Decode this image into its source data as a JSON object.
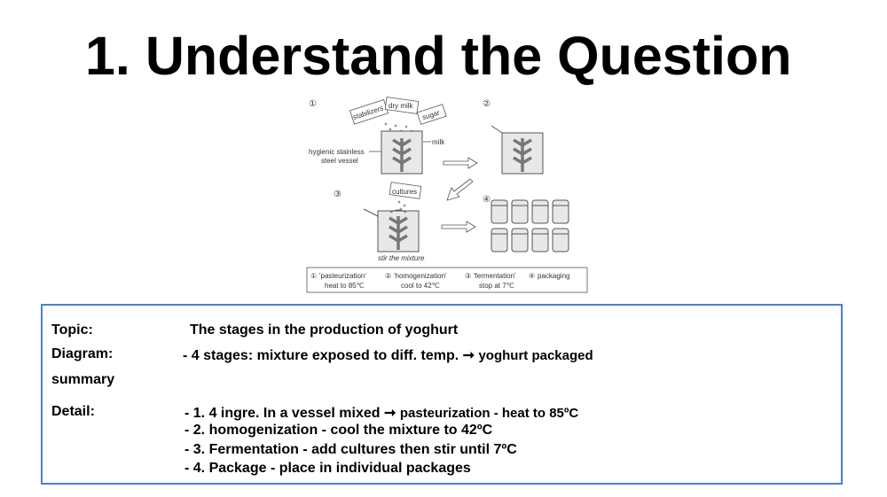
{
  "title": "1. Understand the Question",
  "diagram": {
    "step1": "①",
    "step2": "②",
    "step3": "③",
    "step4": "④",
    "ingredient_stabilizers": "stabilizers",
    "ingredient_dry_milk": "dry milk",
    "ingredient_sugar": "sugar",
    "ingredient_milk": "milk",
    "vessel_label_line1": "hygienic stainless",
    "vessel_label_line2": "steel vessel",
    "cultures": "cultures",
    "stir": "stir the mixture",
    "legend": [
      {
        "num": "①",
        "name": "'pasteurization'",
        "detail": "heat to 85℃"
      },
      {
        "num": "②",
        "name": "'homogenization'",
        "detail": "cool to 42℃"
      },
      {
        "num": "③",
        "name": "'fermentation'",
        "detail": "stop at 7℃"
      },
      {
        "num": "④",
        "name": "packaging",
        "detail": ""
      }
    ]
  },
  "summary": {
    "topic_label": "Topic:",
    "topic_text": "The stages in the production of yoghurt",
    "diagram_label": "Diagram:",
    "diagram_text_a": "- 4 stages: mixture exposed to diff. temp. ➞ ",
    "diagram_text_b": "yoghurt packaged",
    "summary_label": "summary",
    "detail_label": "Detail:",
    "detail_lines": [
      {
        "a": "- 1. 4 ingre. In a vessel mixed ➞ ",
        "b": "pasteurization - heat to 85ºC"
      },
      {
        "a": "- 2. homogenization - cool the mixture to 42ºC",
        "b": ""
      },
      {
        "a": "- 3. Fermentation - add cultures then stir until 7ºC",
        "b": ""
      },
      {
        "a": "- 4. Package - place in individual packages",
        "b": ""
      }
    ]
  }
}
